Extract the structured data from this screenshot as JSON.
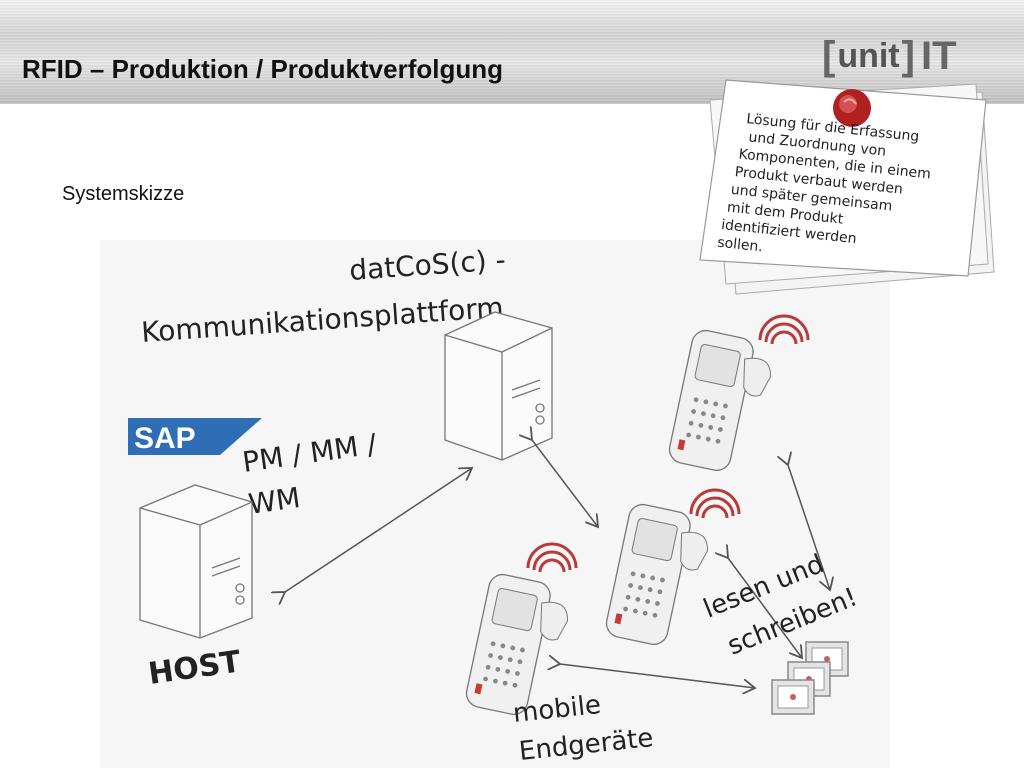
{
  "header": {
    "title": "RFID – Produktion / Produktverfolgung",
    "logo_bracket_open": "[",
    "logo_text": "unit",
    "logo_bracket_close": "]",
    "logo_suffix": "IT"
  },
  "subtitle": "Systemskizze",
  "note": {
    "lines": [
      "Lösung für die Erfassung",
      "und Zuordnung von",
      "Komponenten, die in einem",
      "Produkt verbaut werden",
      "und später gemeinsam",
      "mit dem Produkt",
      "identifiziert werden",
      "sollen."
    ]
  },
  "diagram": {
    "platform_line1": "datCoS(c) -",
    "platform_line2": "Kommunikationsplattform",
    "sap_logo": "SAP",
    "modules_line1": "PM / MM /",
    "modules_line2": "WM",
    "host_label": "HOST",
    "rw_line1": "lesen und",
    "rw_line2": "schreiben!",
    "mobile_line1": "mobile",
    "mobile_line2": "Endgeräte"
  },
  "colors": {
    "rfid_waves": "#b83a3a",
    "sap_blue": "#2f6db5",
    "pin_red": "#b02020"
  }
}
